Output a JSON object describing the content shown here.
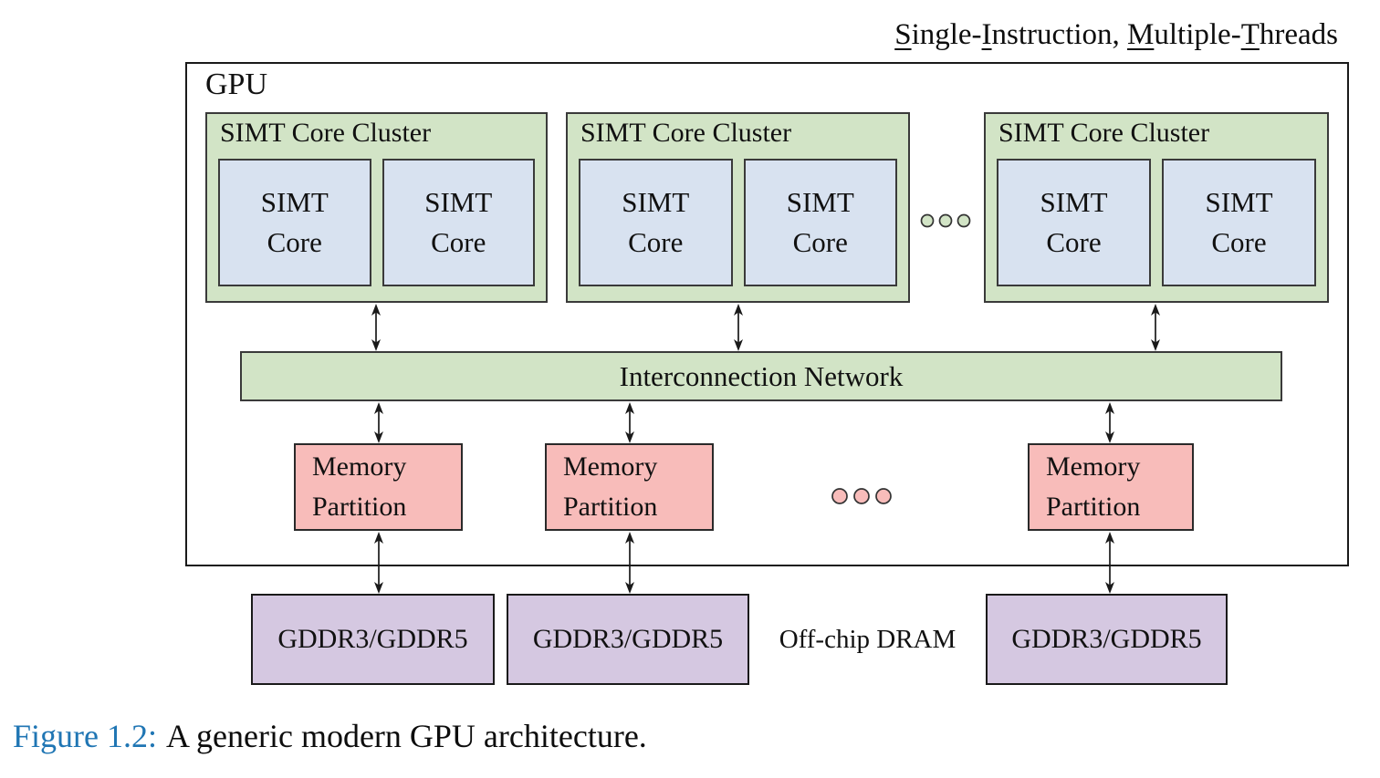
{
  "header": {
    "title_segments": [
      {
        "text": "S",
        "underline": true
      },
      {
        "text": "ingle-",
        "underline": false
      },
      {
        "text": "I",
        "underline": true
      },
      {
        "text": "nstruction, ",
        "underline": false
      },
      {
        "text": "M",
        "underline": true
      },
      {
        "text": "ultiple-",
        "underline": false
      },
      {
        "text": "T",
        "underline": true
      },
      {
        "text": "hreads",
        "underline": false
      }
    ]
  },
  "gpu": {
    "label": "GPU",
    "clusters": [
      {
        "title": "SIMT Core Cluster",
        "cores": [
          {
            "line1": "SIMT",
            "line2": "Core"
          },
          {
            "line1": "SIMT",
            "line2": "Core"
          }
        ]
      },
      {
        "title": "SIMT Core Cluster",
        "cores": [
          {
            "line1": "SIMT",
            "line2": "Core"
          },
          {
            "line1": "SIMT",
            "line2": "Core"
          }
        ]
      },
      {
        "title": "SIMT Core Cluster",
        "cores": [
          {
            "line1": "SIMT",
            "line2": "Core"
          },
          {
            "line1": "SIMT",
            "line2": "Core"
          }
        ]
      }
    ],
    "interconnect_label": "Interconnection Network",
    "memory_partitions": [
      {
        "line1": "Memory",
        "line2": "Partition"
      },
      {
        "line1": "Memory",
        "line2": "Partition"
      },
      {
        "line1": "Memory",
        "line2": "Partition"
      }
    ]
  },
  "dram": {
    "modules": [
      "GDDR3/GDDR5",
      "GDDR3/GDDR5",
      "GDDR3/GDDR5"
    ],
    "label": "Off-chip DRAM"
  },
  "caption": {
    "figure_label": "Figure 1.2:",
    "text": "A generic modern GPU architecture."
  },
  "icons": {
    "cluster-ellipsis-icon": "three green circles",
    "memory-ellipsis-icon": "three pink circles",
    "arrow-style": "vertical double-headed black arrows"
  },
  "colors": {
    "cluster_fill": "#d2e4c6",
    "core_fill": "#d8e2f0",
    "interconnect_fill": "#d2e4c6",
    "memory_fill": "#f8bcba",
    "dram_fill": "#d5c8e1",
    "figure_label_blue": "#2076b4",
    "line_black": "#1a1a1a"
  }
}
